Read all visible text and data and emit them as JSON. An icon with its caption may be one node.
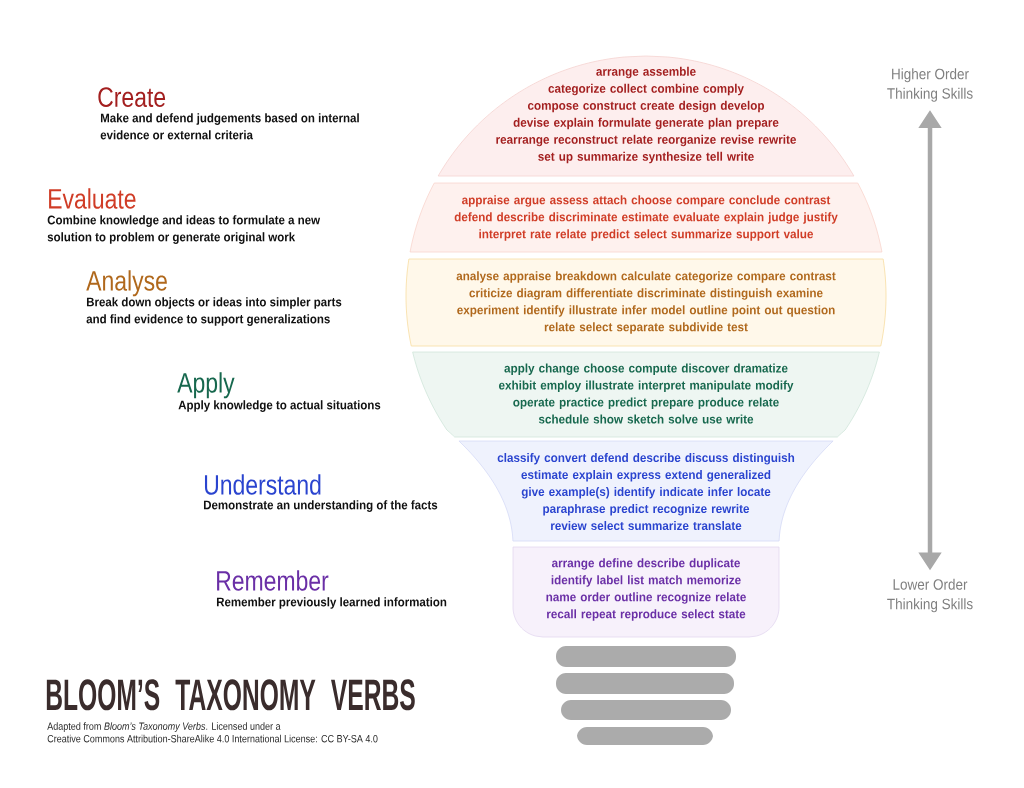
{
  "diagram": {
    "title": "BLOOM’S TAXONOMY VERBS",
    "caption": "Adapted from *Bloom’s Taxonomy Verbs*. Licensed under a Creative Commons Attribution-ShareAlike 4.0 International License: CC BY-SA 4.0",
    "nodes": [
      {
        "text": [
          "arrange assemble categorize collect combine comply compose construct create design develop devise explain formulate generate plan prepare rearrange reconstruct relate reorganize revise rewrite set up summarize synthesize tell write"
        ],
        "beside": [
          "Create",
          "Make and defend judgements based on internal evidence or external criteria"
        ]
      },
      {
        "text": [
          "appraise argue assess attach choose compare conclude contrast defend describe discriminate estimate evaluate explain judge justify interpret rate relate predict select summarize support value"
        ],
        "beside": [
          "Evaluate",
          "Combine knowledge and ideas to formulate a new solution to problem or generate original work"
        ]
      },
      {
        "text": [
          "analyse appraise breakdown calculate categorize compare contrast criticize diagram differentiate discriminate distinguish examine experiment identify illustrate infer model outline point out question relate select separate subdivide test"
        ],
        "beside": [
          "Analyse",
          "Break down objects or ideas into simpler parts and find evidence to support generalizations"
        ]
      },
      {
        "text": [
          "apply change choose compute discover dramatize exhibit employ illustrate interpret manipulate modify operate practice predict prepare produce relate schedule show sketch solve use write"
        ],
        "beside": [
          "Apply",
          "Apply knowledge to actual situations"
        ]
      },
      {
        "text": [
          "classify convert defend describe discuss distinguish estimate explain express extend generalized give example(s) identify indicate infer locate paraphrase predict recognize rewrite review select summarize translate"
        ],
        "beside": [
          "Understand",
          "Demonstrate an understanding of the facts"
        ]
      },
      {
        "text": [
          "arrange define describe duplicate identify label list match memorize name order outline recognize relate recall repeat reproduce select state"
        ],
        "beside": [
          "Remember",
          "Remember previously learned information"
        ]
      },
      {
        "text": [
          "Higher Order Thinking Skills"
        ]
      },
      {
        "text": [
          "Lower Order Thinking Skills"
        ]
      }
    ],
    "edges": [
      {
        "from": 6,
        "to": 7,
        "arrow": "both"
      }
    ]
  }
}
